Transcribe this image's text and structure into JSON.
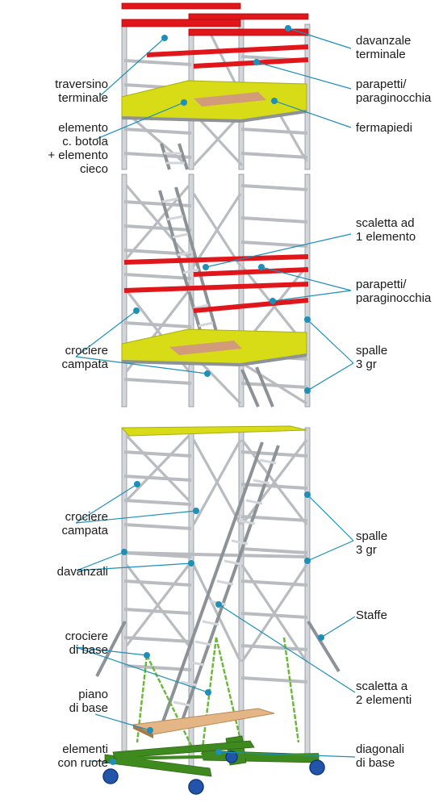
{
  "colors": {
    "upright": "#d2d6da",
    "upright_edge": "#8d9297",
    "brace": "#b8bcc1",
    "guardrail": "#e0161b",
    "guardrail_dark": "#a80d11",
    "deck": "#d7dc16",
    "deck_edge": "#a9ad0f",
    "hatch": "#d29c7a",
    "base_board": "#e4b585",
    "base_frame": "#3f8a1f",
    "strap": "#6cb83a",
    "wheel": "#2255aa",
    "leader": "#1d8fb8",
    "dot": "#1d8fb8",
    "text": "#1a1a1a"
  },
  "labels": {
    "davanzale_terminale": "davanzale\nterminale",
    "traversino_terminale": "traversino\nterminale",
    "parapetti_top": "parapetti/\nparaginocchia",
    "elemento_botola": "elemento\nc. botola\n+ elemento\ncieco",
    "fermapiedi": "fermapiedi",
    "scaletta_1": "scaletta ad\n1 elemento",
    "parapetti_mid": "parapetti/\nparaginocchia",
    "crociere_campata_1": "crociere\ncampata",
    "spalle_1": "spalle\n3 gr",
    "crociere_campata_2": "crociere\ncampata",
    "spalle_2": "spalle\n3 gr",
    "davanzali": "davanzali",
    "staffe": "Staffe",
    "crociere_base": "crociere\ndi base",
    "scaletta_2": "scaletta a\n2 elementi",
    "piano_base": "piano\ndi base",
    "elementi_ruote": "elementi\ncon ruote",
    "diagonali_base": "diagonali\ndi base"
  }
}
